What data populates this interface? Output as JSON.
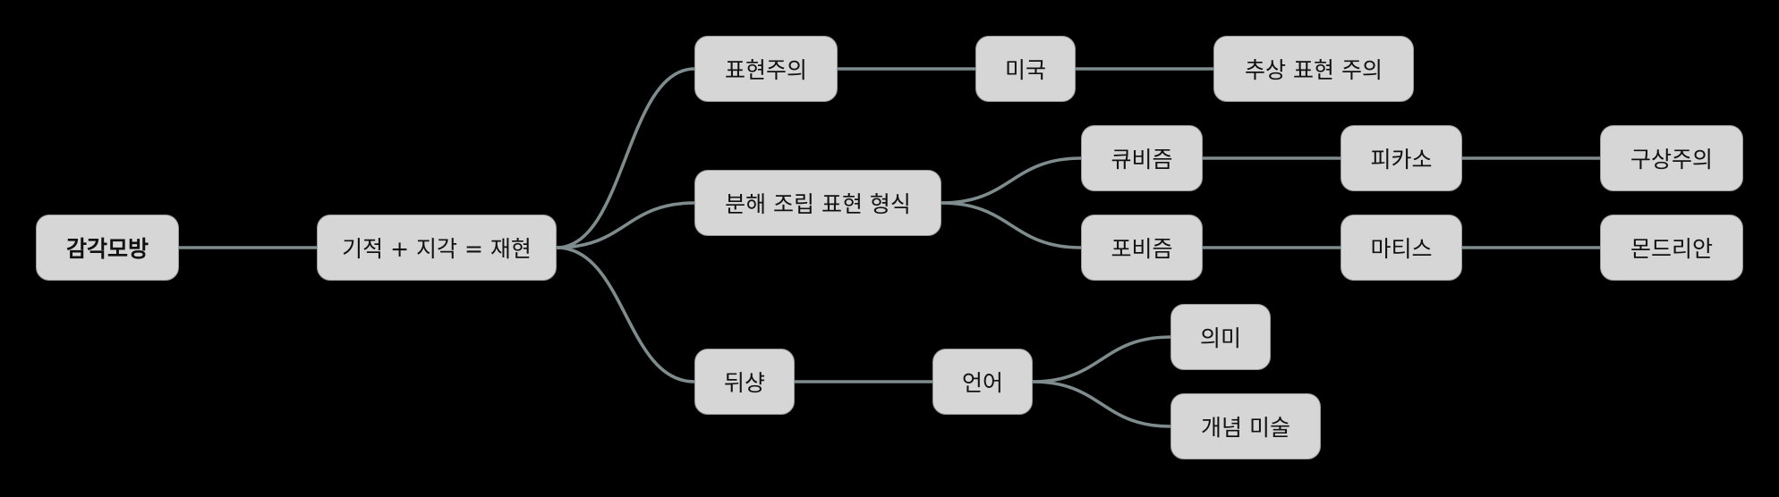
{
  "mindmap": {
    "root": "감각모방",
    "colors": {
      "background": "#000000",
      "node_fill": "#d6d6d6",
      "node_text": "#111111",
      "connector": "#7f8c8d"
    },
    "nodes": {
      "root": "감각모방",
      "reproduction": "기적 + 지각 = 재현",
      "expressionism": "표현주의",
      "usa": "미국",
      "abstract_expressionism": "추상 표현 주의",
      "deconstruction": "분해 조립 표현 형식",
      "cubism": "큐비즘",
      "picasso": "피카소",
      "figurative": "구상주의",
      "fauvism": "포비즘",
      "matisse": "마티스",
      "mondrian": "몬드리안",
      "duchamp": "뒤샹",
      "language": "언어",
      "meaning": "의미",
      "conceptual_art": "개념 미술"
    },
    "edges": [
      [
        "root",
        "reproduction"
      ],
      [
        "reproduction",
        "expressionism"
      ],
      [
        "reproduction",
        "deconstruction"
      ],
      [
        "reproduction",
        "duchamp"
      ],
      [
        "expressionism",
        "usa"
      ],
      [
        "usa",
        "abstract_expressionism"
      ],
      [
        "deconstruction",
        "cubism"
      ],
      [
        "deconstruction",
        "fauvism"
      ],
      [
        "cubism",
        "picasso"
      ],
      [
        "picasso",
        "figurative"
      ],
      [
        "fauvism",
        "matisse"
      ],
      [
        "matisse",
        "mondrian"
      ],
      [
        "duchamp",
        "language"
      ],
      [
        "language",
        "meaning"
      ],
      [
        "language",
        "conceptual_art"
      ]
    ]
  }
}
